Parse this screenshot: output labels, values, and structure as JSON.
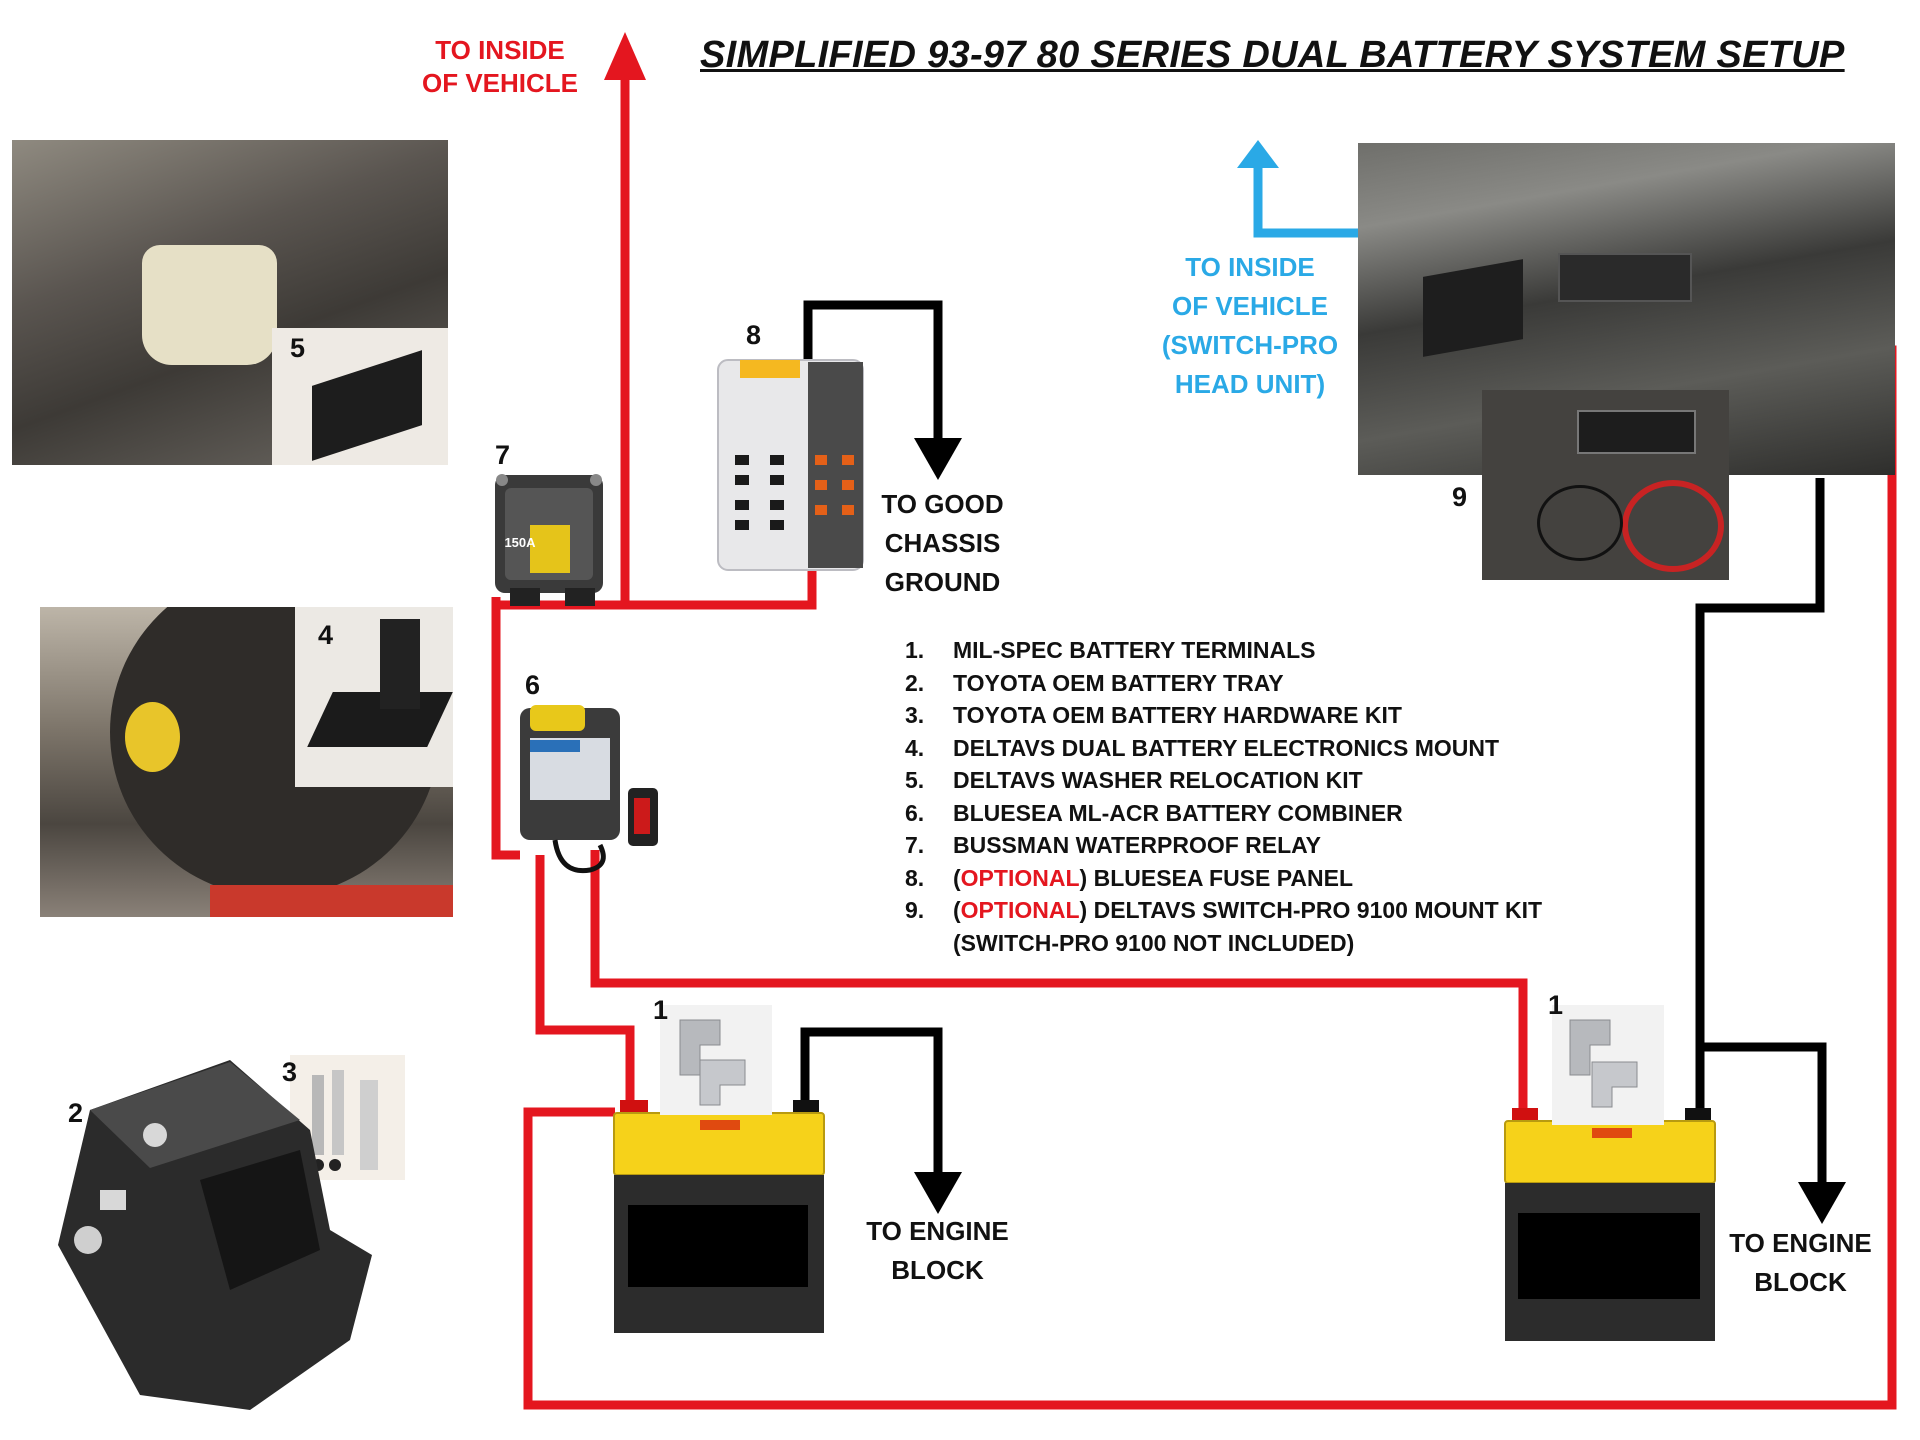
{
  "title": "SIMPLIFIED 93-97 80 SERIES DUAL BATTERY SYSTEM SETUP",
  "labels": {
    "to_inside_red": [
      "TO INSIDE",
      "OF VEHICLE"
    ],
    "to_inside_blue": [
      "TO INSIDE",
      "OF VEHICLE",
      "(SWITCH-PRO",
      "HEAD UNIT)"
    ],
    "chassis_ground": [
      "TO GOOD",
      "CHASSIS",
      "GROUND"
    ],
    "engine_block_left": [
      "TO ENGINE",
      "BLOCK"
    ],
    "engine_block_right": [
      "TO ENGINE",
      "BLOCK"
    ]
  },
  "part_numbers": {
    "n1a": "1",
    "n1b": "1",
    "n2": "2",
    "n3": "3",
    "n4": "4",
    "n5": "5",
    "n6": "6",
    "n7": "7",
    "n8": "8",
    "n9": "9"
  },
  "legend": [
    {
      "n": "1.",
      "optional": "",
      "text": "MIL-SPEC BATTERY TERMINALS"
    },
    {
      "n": "2.",
      "optional": "",
      "text": "TOYOTA OEM BATTERY TRAY"
    },
    {
      "n": "3.",
      "optional": "",
      "text": "TOYOTA OEM BATTERY HARDWARE KIT"
    },
    {
      "n": "4.",
      "optional": "",
      "text": "DELTAVS DUAL BATTERY ELECTRONICS MOUNT"
    },
    {
      "n": "5.",
      "optional": "",
      "text": "DELTAVS WASHER RELOCATION KIT"
    },
    {
      "n": "6.",
      "optional": "",
      "text": "BLUESEA ML-ACR BATTERY COMBINER"
    },
    {
      "n": "7.",
      "optional": "",
      "text": "BUSSMAN WATERPROOF RELAY"
    },
    {
      "n": "8.",
      "optional": "OPTIONAL",
      "text": "BLUESEA FUSE PANEL"
    },
    {
      "n": "9.",
      "optional": "OPTIONAL",
      "text": "DELTAVS SWITCH-PRO 9100 MOUNT KIT"
    }
  ],
  "legend_continuation": "(SWITCH-PRO 9100 NOT INCLUDED)",
  "breaker_text": "150A",
  "colors": {
    "positive": "#e4161f",
    "ground": "#000000",
    "switch_pro": "#2aa9e6"
  }
}
